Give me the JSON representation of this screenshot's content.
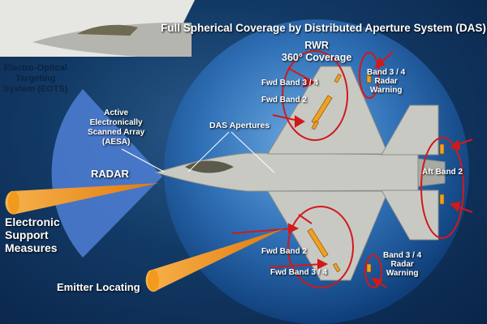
{
  "title": "Full Spherical Coverage by Distributed Aperture System (DAS)",
  "labels": {
    "eots": [
      "Electro-Optical",
      "Targeting",
      "System (EOTS)"
    ],
    "aesa": [
      "Active",
      "Electronically",
      "Scanned Array",
      "(AESA)"
    ],
    "radar": "RADAR",
    "das_apertures": "DAS Apertures",
    "rwr": [
      "RWR",
      "360° Coverage"
    ],
    "fwd_band_34_top": "Fwd Band 3 / 4",
    "fwd_band_2_top": "Fwd Band 2",
    "band_34_radar_warning_top": [
      "Band 3 / 4",
      "Radar",
      "Warning"
    ],
    "aft_band_2": "Aft Band 2",
    "fwd_band_2_bottom": "Fwd Band 2",
    "fwd_band_34_bottom": "Fwd Band 3 / 4",
    "band_34_radar_warning_bottom": [
      "Band 3 / 4",
      "Radar",
      "Warning"
    ],
    "esm": [
      "Electronic",
      "Support",
      "Measures"
    ],
    "emitter_locating": "Emitter Locating"
  },
  "colors": {
    "sphere": "#2f6fb5",
    "airframe": "#c9c9c4",
    "ellipse": "#d01a1a",
    "beam": "#f39a1e",
    "radar_cone": "#4f7fd6"
  }
}
